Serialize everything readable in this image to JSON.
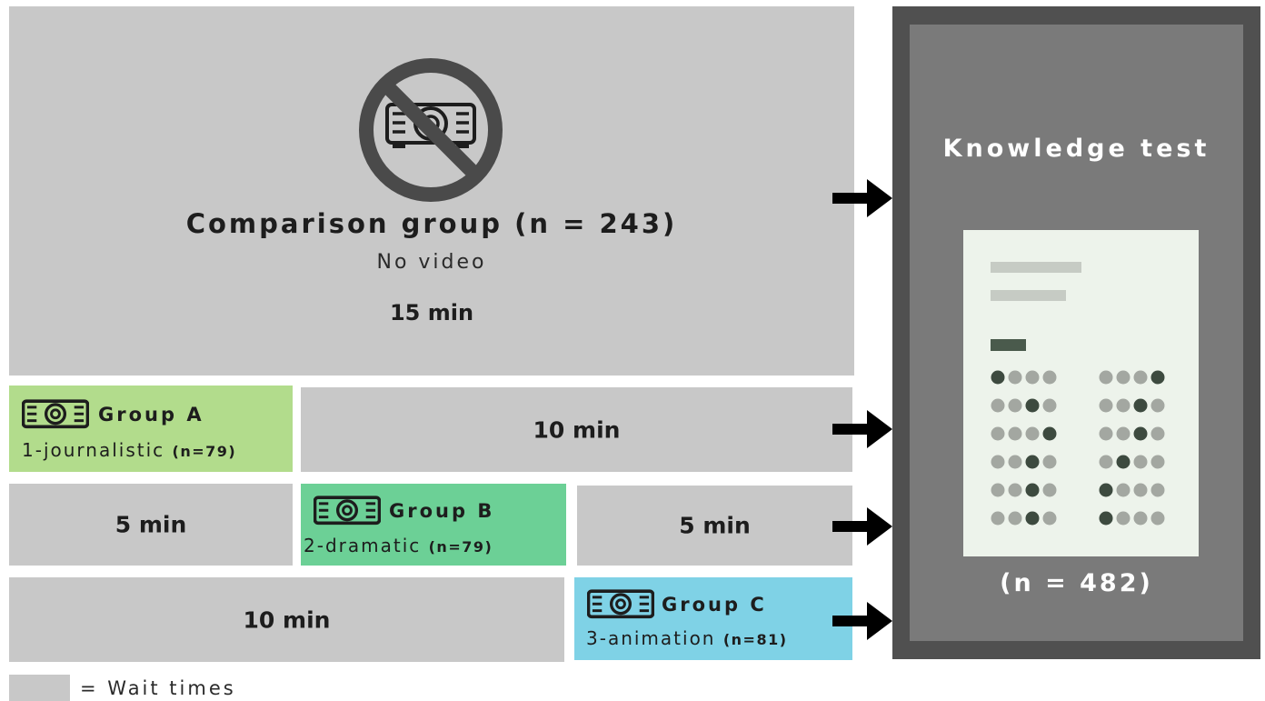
{
  "comparison": {
    "title": "Comparison group (n = 243)",
    "subtitle": "No video",
    "time": "15 min",
    "icon": "no-video-icon"
  },
  "rows": {
    "group_a": {
      "title": "Group A",
      "desc": "1-journalistic",
      "n": "(n=79)",
      "color": "#b2dc8c",
      "wait_after": "10 min"
    },
    "group_b": {
      "wait_before": "5 min",
      "title": "Group B",
      "desc": "2-dramatic",
      "n": "(n=79)",
      "color": "#6cd096",
      "wait_after": "5 min"
    },
    "group_c": {
      "wait_before": "10 min",
      "title": "Group C",
      "desc": "3-animation",
      "n": "(n=81)",
      "color": "#7fd2e6"
    }
  },
  "knowledge_test": {
    "title": "Knowledge test",
    "n": "(n = 482)",
    "icon": "test-paper-icon"
  },
  "legend": {
    "text": "= Wait times",
    "wait_color": "#c8c8c8"
  }
}
